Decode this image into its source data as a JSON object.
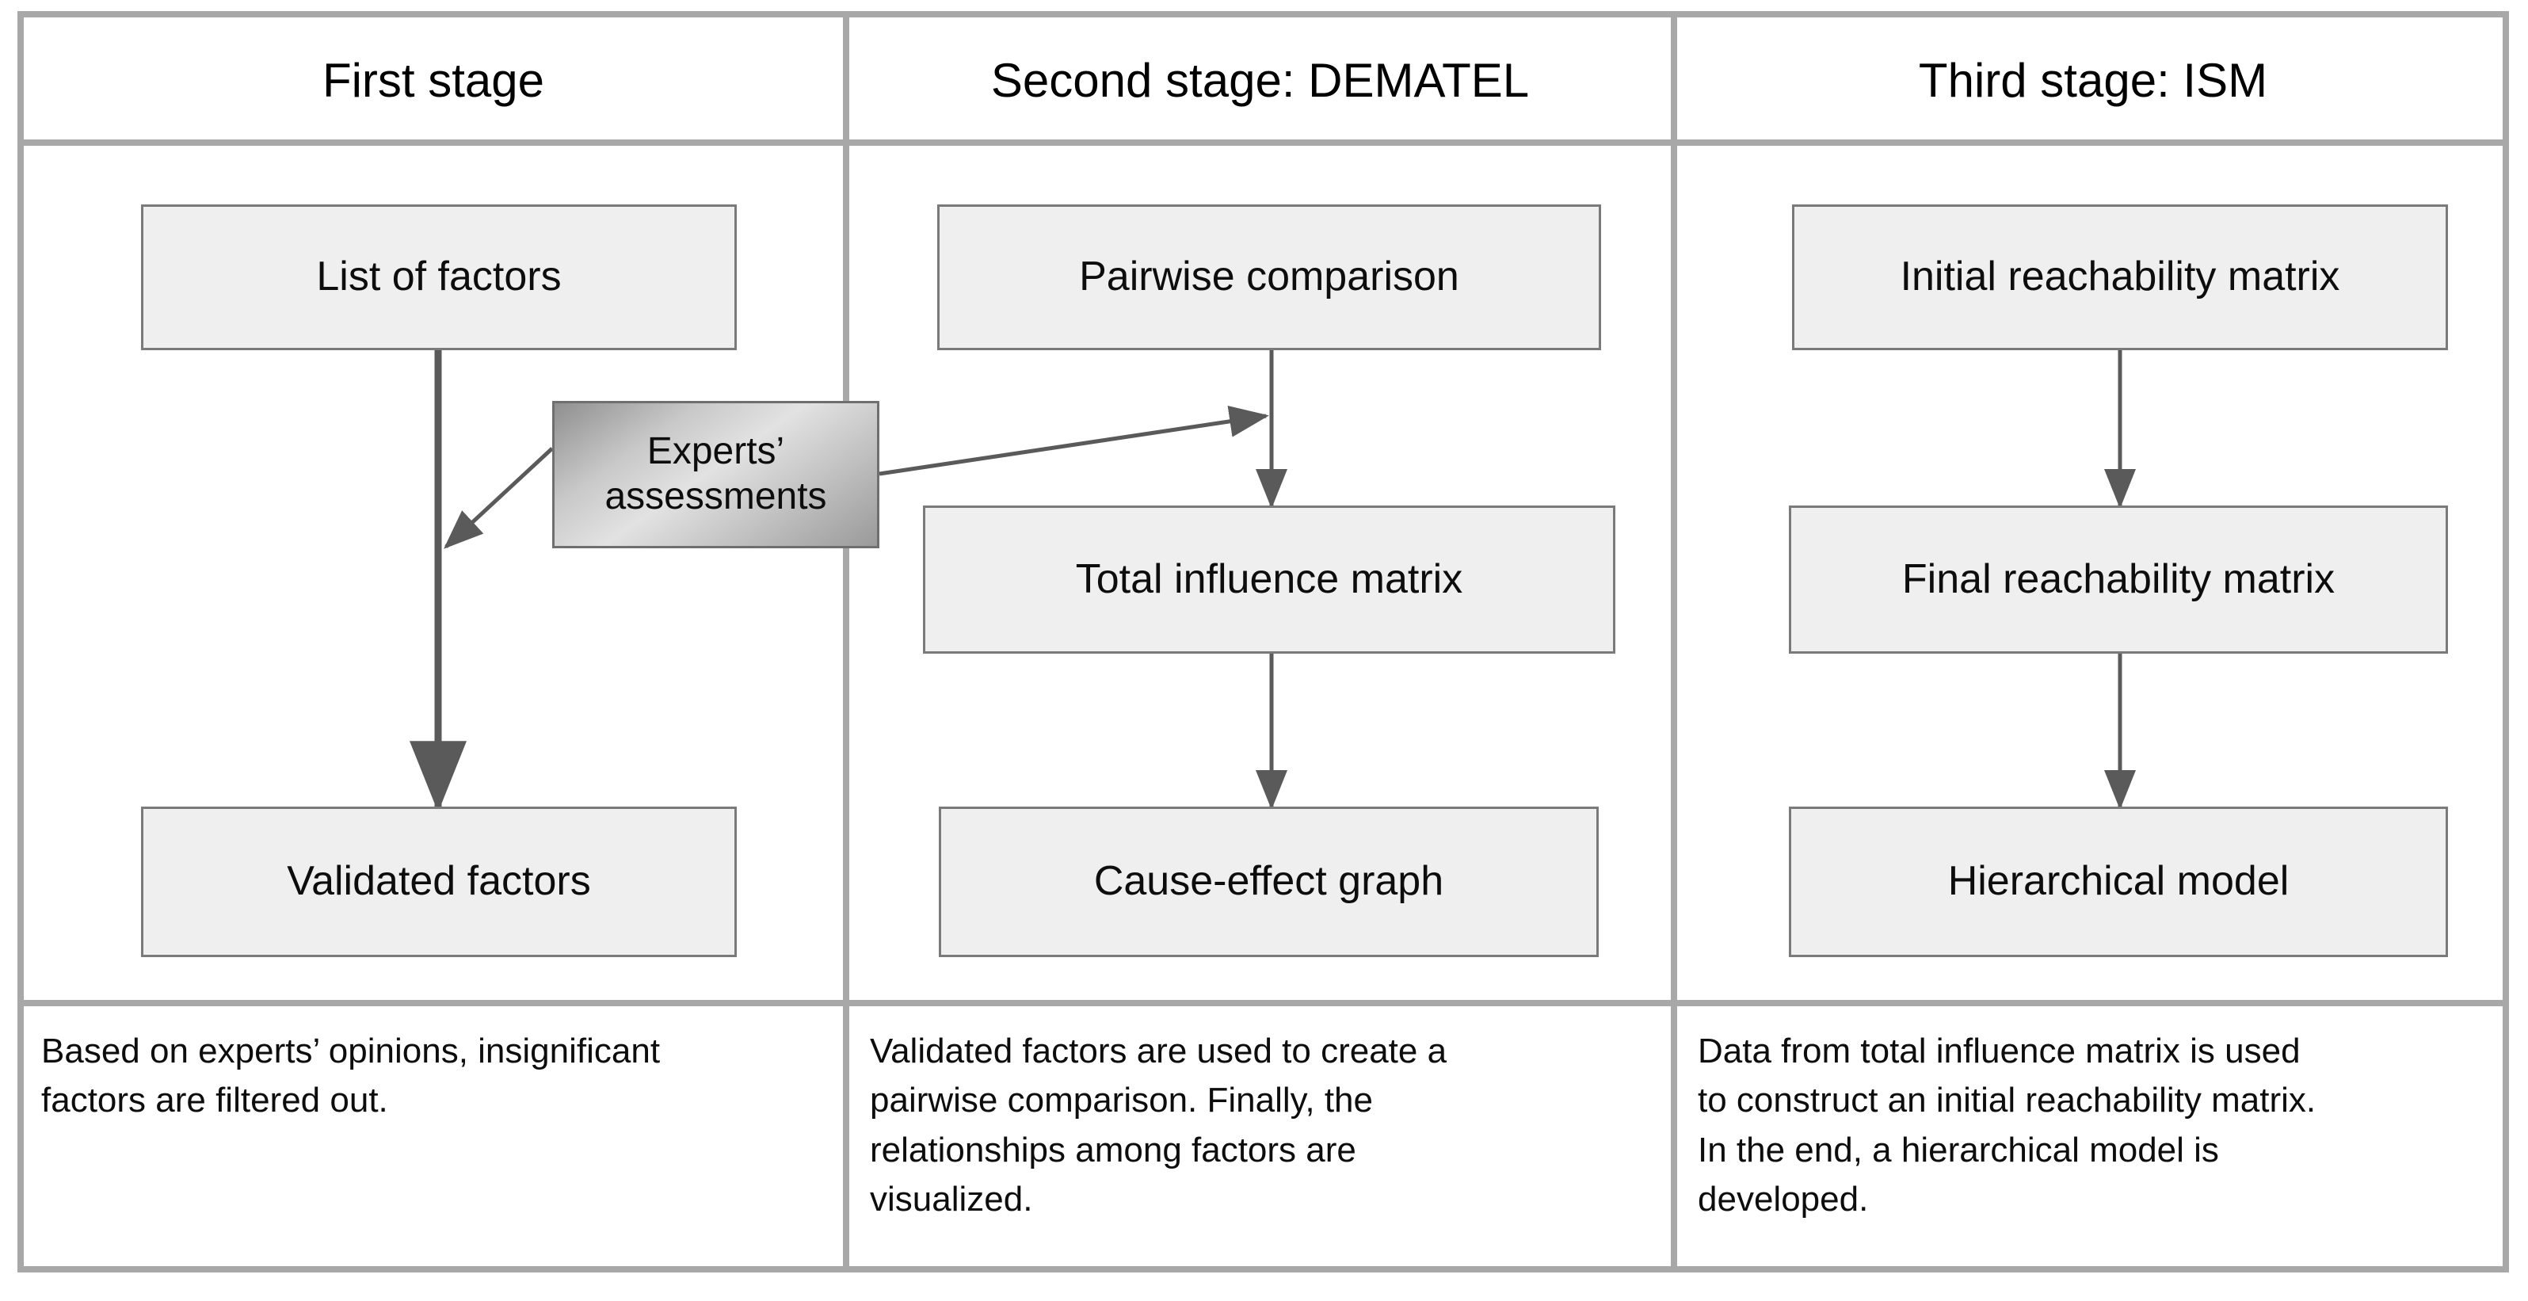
{
  "diagram": {
    "title_row": [
      {
        "id": "stage-1",
        "label": "First stage"
      },
      {
        "id": "stage-2",
        "label": "Second stage: DEMATEL"
      },
      {
        "id": "stage-3",
        "label": "Third stage: ISM"
      }
    ],
    "columns": [
      {
        "id": "column-first-stage",
        "nodes": [
          {
            "id": "list-of-factors",
            "label": "List of factors",
            "style": "plain"
          },
          {
            "id": "validated-factors",
            "label": "Validated factors",
            "style": "plain"
          }
        ],
        "description": "Based on experts’ opinions, insignificant\nfactors are filtered out."
      },
      {
        "id": "column-second-stage",
        "nodes": [
          {
            "id": "pairwise-comparison",
            "label": "Pairwise comparison",
            "style": "plain"
          },
          {
            "id": "total-influence-matrix",
            "label": "Total influence matrix",
            "style": "plain"
          },
          {
            "id": "cause-effect-graph",
            "label": "Cause-effect graph",
            "style": "plain"
          }
        ],
        "description": "Validated factors are used to create a\npairwise comparison. Finally, the\nrelationships among factors are\nvisualized."
      },
      {
        "id": "column-third-stage",
        "nodes": [
          {
            "id": "initial-reachability-matrix",
            "label": "Initial reachability matrix",
            "style": "plain"
          },
          {
            "id": "final-reachability-matrix",
            "label": "Final reachability matrix",
            "style": "plain"
          },
          {
            "id": "hierarchical-model",
            "label": "Hierarchical model",
            "style": "plain"
          }
        ],
        "description": "Data from total influence matrix is used\nto construct an initial reachability matrix.\nIn the end, a hierarchical model is\ndeveloped."
      }
    ],
    "shared_node": {
      "id": "experts-assessments",
      "label": "Experts’\nassessments",
      "style": "gradient"
    },
    "edges": [
      {
        "id": "edge-list-to-validated",
        "from": "list-of-factors",
        "to": "validated-factors"
      },
      {
        "id": "edge-experts-to-validation",
        "from": "experts-assessments",
        "to": "edge-list-to-validated"
      },
      {
        "id": "edge-experts-to-pairwise",
        "from": "experts-assessments",
        "to": "pairwise-comparison-flow"
      },
      {
        "id": "edge-pairwise-to-total",
        "from": "pairwise-comparison",
        "to": "total-influence-matrix"
      },
      {
        "id": "edge-total-to-cause",
        "from": "total-influence-matrix",
        "to": "cause-effect-graph"
      },
      {
        "id": "edge-initial-to-final",
        "from": "initial-reachability-matrix",
        "to": "final-reachability-matrix"
      },
      {
        "id": "edge-final-to-hierarchical",
        "from": "final-reachability-matrix",
        "to": "hierarchical-model"
      }
    ],
    "colors": {
      "grid_line": "#a8a8a8",
      "box_fill": "#efefef",
      "box_border": "#7a7a7a",
      "gradient_box_border": "#6f6f6f",
      "arrow": "#5a5a5a",
      "text": "#0d0d0d",
      "background": "#ffffff"
    }
  }
}
